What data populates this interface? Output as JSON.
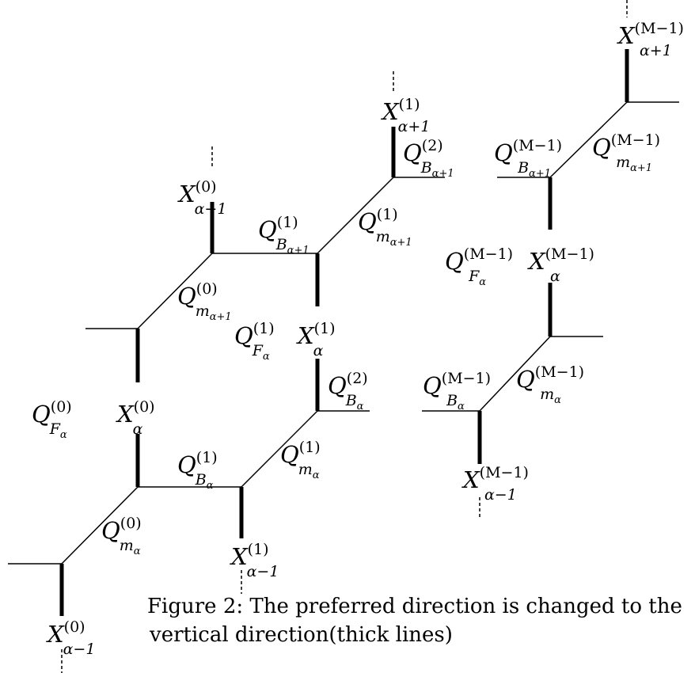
{
  "caption": {
    "line1": "Figure 2: The preferred direction is changed to the",
    "line2": "vertical direction(thick lines)"
  },
  "labels": {
    "X0_p1": {
      "sym": "X",
      "sup": "(0)",
      "sub": "α+1"
    },
    "X0": {
      "sym": "X",
      "sup": "(0)",
      "sub": "α"
    },
    "X0_m1": {
      "sym": "X",
      "sup": "(0)",
      "sub": "α−1"
    },
    "X1_p1": {
      "sym": "X",
      "sup": "(1)",
      "sub": "α+1"
    },
    "X1": {
      "sym": "X",
      "sup": "(1)",
      "sub": "α"
    },
    "X1_m1": {
      "sym": "X",
      "sup": "(1)",
      "sub": "α−1"
    },
    "XM_p1": {
      "sym": "X",
      "sup": "(M−1)",
      "sub": "α+1"
    },
    "XM": {
      "sym": "X",
      "sup": "(M−1)",
      "sub": "α"
    },
    "XM_m1": {
      "sym": "X",
      "sup": "(M−1)",
      "sub": "α−1"
    },
    "QF0": {
      "sym": "Q",
      "sup": "(0)",
      "sub": "F",
      "subsub": "α"
    },
    "QF1": {
      "sym": "Q",
      "sup": "(1)",
      "sub": "F",
      "subsub": "α"
    },
    "QFM": {
      "sym": "Q",
      "sup": "(M−1)",
      "sub": "F",
      "subsub": "α"
    },
    "QB1": {
      "sym": "Q",
      "sup": "(1)",
      "sub": "B",
      "subsub": "α"
    },
    "QB1_p1": {
      "sym": "Q",
      "sup": "(1)",
      "sub": "B",
      "subsub": "α+1"
    },
    "QB2": {
      "sym": "Q",
      "sup": "(2)",
      "sub": "B",
      "subsub": "α"
    },
    "QB2_p1": {
      "sym": "Q",
      "sup": "(2)",
      "sub": "B",
      "subsub": "α+1"
    },
    "QBM": {
      "sym": "Q",
      "sup": "(M−1)",
      "sub": "B",
      "subsub": "α"
    },
    "QBM_p1": {
      "sym": "Q",
      "sup": "(M−1)",
      "sub": "B",
      "subsub": "α+1"
    },
    "Qm0": {
      "sym": "Q",
      "sup": "(0)",
      "sub": "m",
      "subsub": "α"
    },
    "Qm0_p1": {
      "sym": "Q",
      "sup": "(0)",
      "sub": "m",
      "subsub": "α+1"
    },
    "Qm1": {
      "sym": "Q",
      "sup": "(1)",
      "sub": "m",
      "subsub": "α"
    },
    "Qm1_p1": {
      "sym": "Q",
      "sup": "(1)",
      "sub": "m",
      "subsub": "α+1"
    },
    "QmM": {
      "sym": "Q",
      "sup": "(M−1)",
      "sub": "m",
      "subsub": "α"
    },
    "QmM_p1": {
      "sym": "Q",
      "sup": "(M−1)",
      "sub": "m",
      "subsub": "α+1"
    }
  }
}
